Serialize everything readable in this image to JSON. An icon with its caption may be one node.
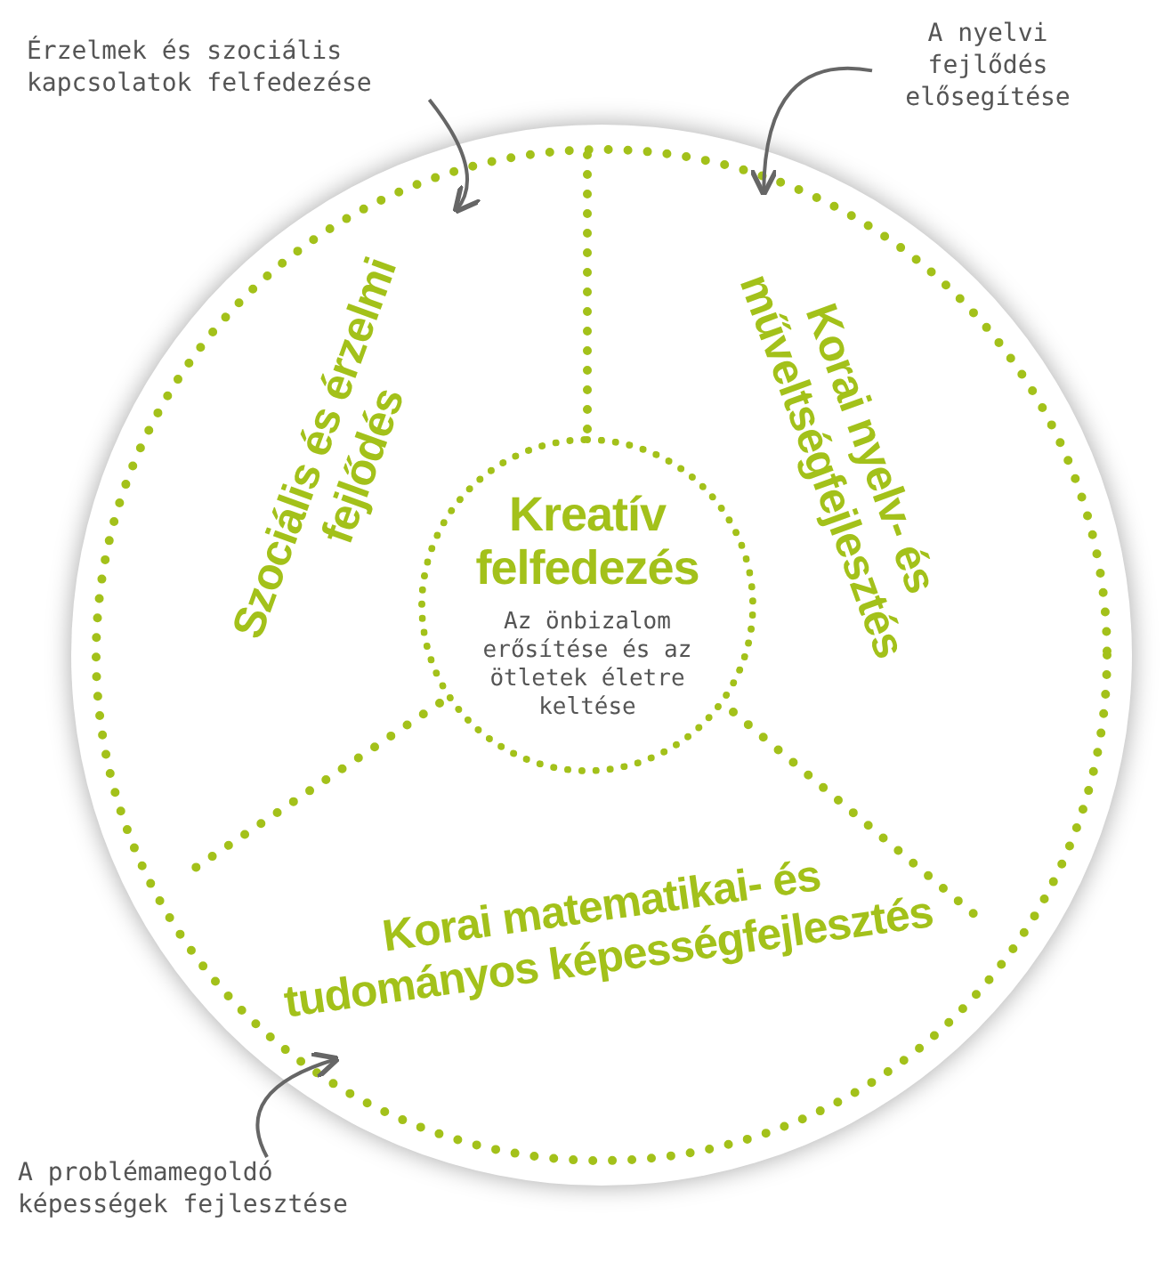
{
  "diagram": {
    "nodes": [
      {
        "text": [],
        "shape": "circle"
      },
      {
        "text": [
          "Szociális és érzelmi fejlődés"
        ],
        "in": 0
      },
      {
        "text": [
          "Korai nyelv- és műveltségfejlesztés"
        ],
        "in": 0
      },
      {
        "text": [
          "Korai matematikai- és tudományos képességfejlesztés"
        ],
        "in": 0
      },
      {
        "text": [
          "Kreatív felfedezés",
          "Az önbizalom erősítése és az ötletek életre keltése"
        ],
        "in": 0
      },
      {
        "text": [
          "Érzelmek és szociális kapcsolatok felfedezése"
        ]
      },
      {
        "text": [
          "A nyelvi fejlődés elősegítése"
        ]
      },
      {
        "text": [
          "A problémamegoldó képességek fejlesztése"
        ]
      }
    ],
    "edges": [
      {
        "from": 5,
        "to": 1,
        "arrow": "to"
      },
      {
        "from": 6,
        "to": 2,
        "arrow": "to"
      },
      {
        "from": 7,
        "to": 3,
        "arrow": "to"
      }
    ]
  }
}
